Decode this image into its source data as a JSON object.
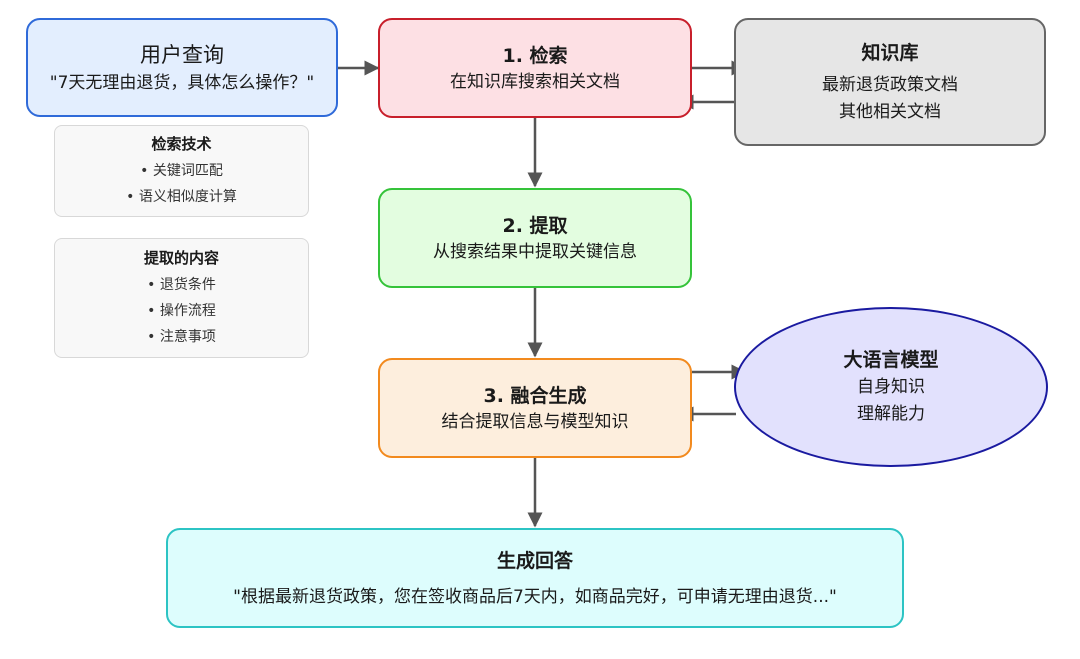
{
  "user_query": {
    "title": "用户查询",
    "text": "\"7天无理由退货，具体怎么操作？\""
  },
  "retrieve": {
    "title": "1. 检索",
    "text": "在知识库搜索相关文档"
  },
  "knowledge_base": {
    "title": "知识库",
    "items": [
      "最新退货政策文档",
      "其他相关文档"
    ]
  },
  "extract": {
    "title": "2. 提取",
    "text": "从搜索结果中提取关键信息"
  },
  "fuse": {
    "title": "3. 融合生成",
    "text": "结合提取信息与模型知识"
  },
  "llm": {
    "title": "大语言模型",
    "items": [
      "自身知识",
      "理解能力"
    ]
  },
  "answer": {
    "title": "生成回答",
    "text": "\"根据最新退货政策，您在签收商品后7天内，如商品完好，可申请无理由退货...\""
  },
  "note_retrieval_tech": {
    "title": "检索技术",
    "items": [
      "• 关键词匹配",
      "• 语义相似度计算"
    ]
  },
  "note_extracted_content": {
    "title": "提取的内容",
    "items": [
      "• 退货条件",
      "• 操作流程",
      "• 注意事项"
    ]
  },
  "colors": {
    "arrow": "#555555",
    "query_border": "#2f6ad9",
    "retrieve_border": "#c81f2b",
    "kb_border": "#666666",
    "extract_border": "#35c33a",
    "fuse_border": "#f28a1e",
    "llm_border": "#1a1aa0",
    "answer_border": "#2cc4c4"
  }
}
